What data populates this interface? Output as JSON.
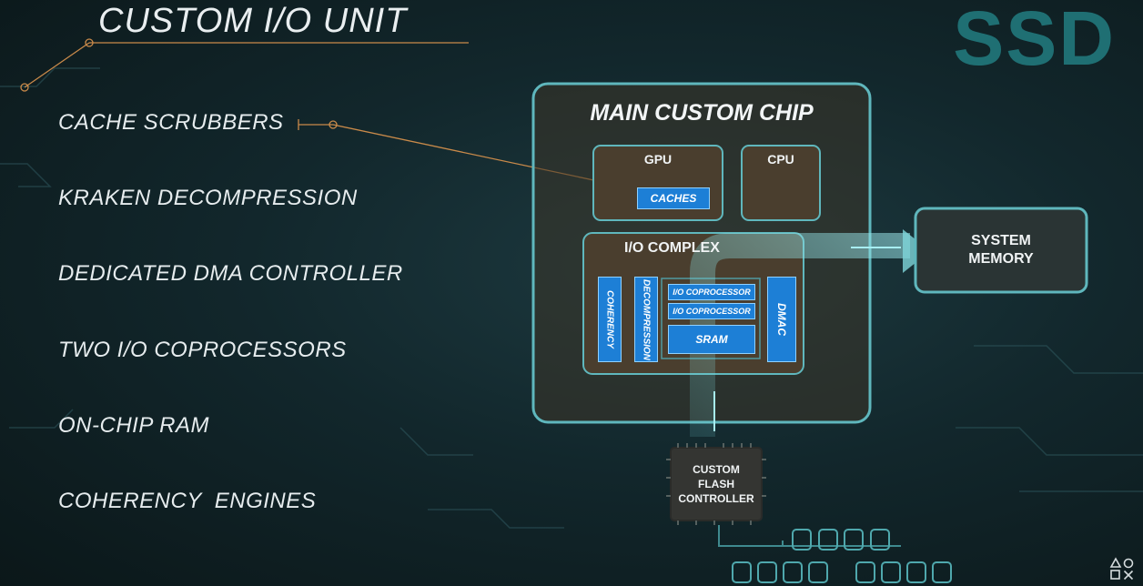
{
  "slide": {
    "title": "CUSTOM I/O UNIT",
    "brand_mark": "SSD"
  },
  "features": [
    "CACHE SCRUBBERS",
    "KRAKEN DECOMPRESSION",
    "DEDICATED DMA CONTROLLER",
    "TWO I/O COPROCESSORS",
    "ON-CHIP RAM",
    "COHERENCY  ENGINES"
  ],
  "diagram": {
    "main_chip": "MAIN CUSTOM CHIP",
    "gpu": "GPU",
    "cpu": "CPU",
    "caches": "CACHES",
    "io_complex": "I/O COMPLEX",
    "coherency": "COHERENCY",
    "decompression": "DECOMPRESSION",
    "io_coprocessor_1": "I/O COPROCESSOR",
    "io_coprocessor_2": "I/O COPROCESSOR",
    "sram": "SRAM",
    "dmac": "DMAC",
    "system_memory_line1": "SYSTEM",
    "system_memory_line2": "MEMORY",
    "flash_line1": "CUSTOM",
    "flash_line2": "FLASH",
    "flash_line3": "CONTROLLER"
  },
  "colors": {
    "accent_blue": "#1d7fd6",
    "frame_teal": "#5fb7bd",
    "box_brown": "#4a3e2e",
    "brand_teal": "#1f6f73",
    "leader_orange": "#c98a4a"
  },
  "icons": {
    "playstation_logo": "playstation-symbols-icon"
  }
}
